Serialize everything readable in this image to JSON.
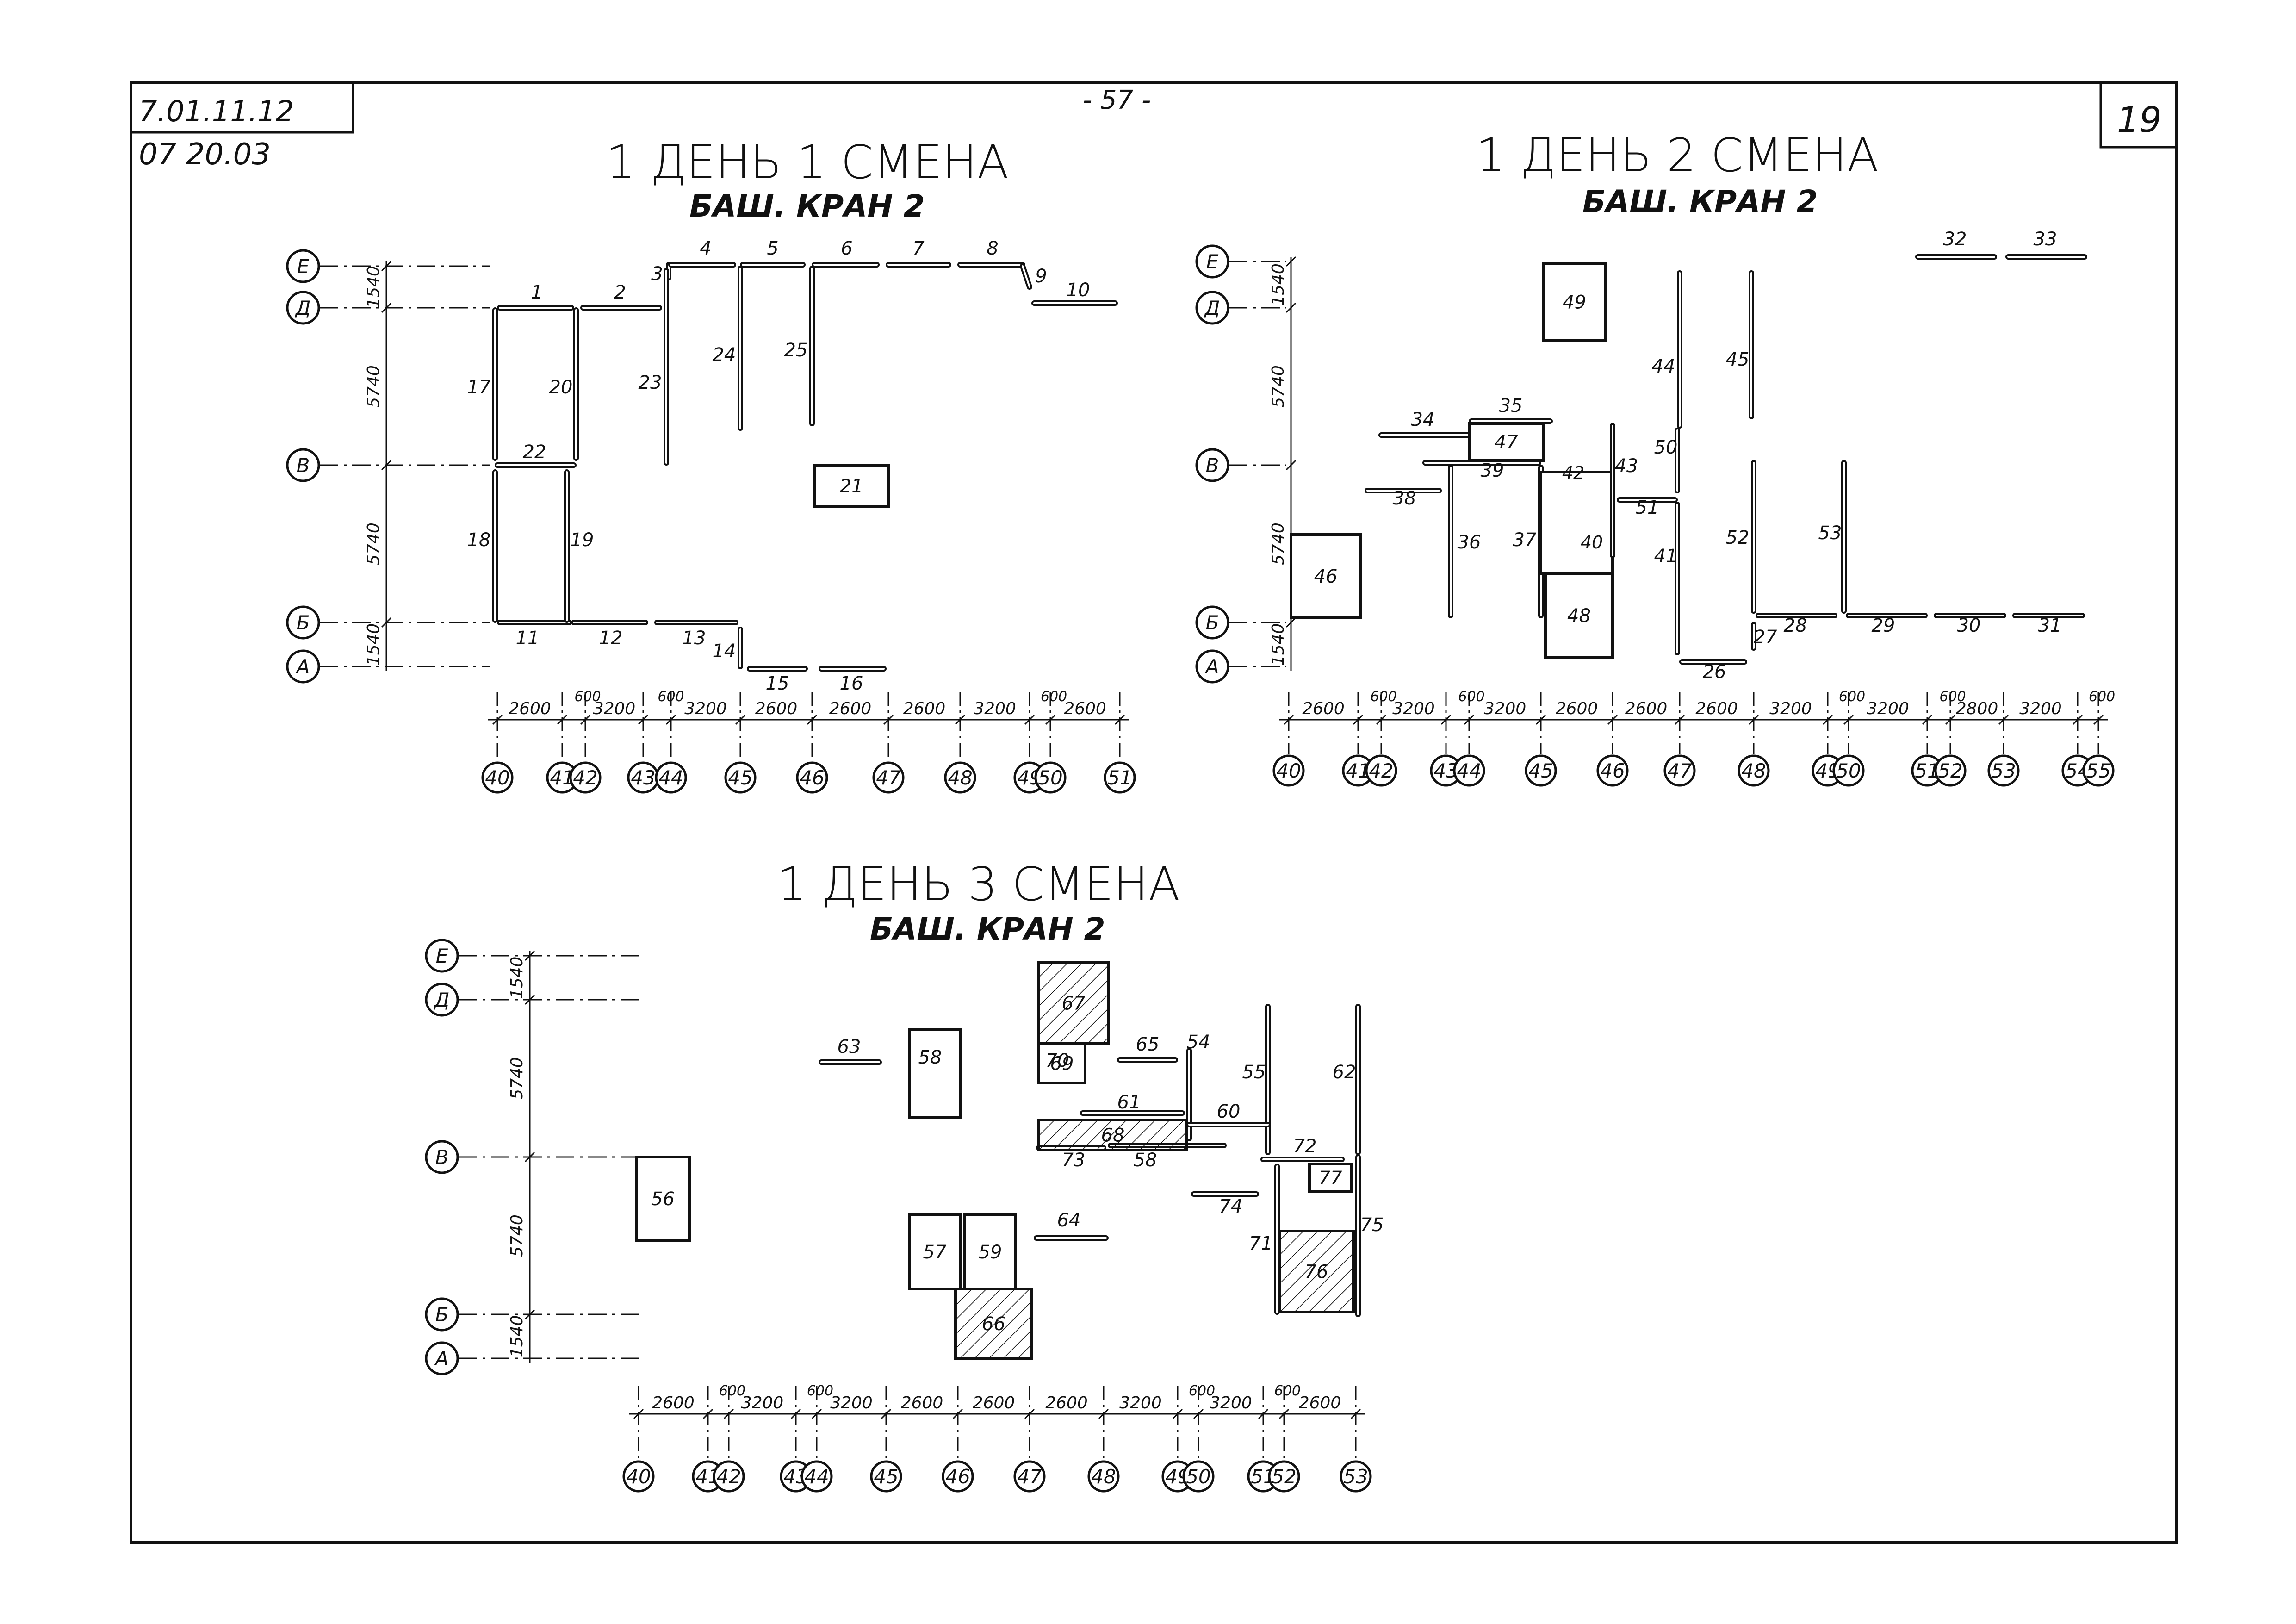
{
  "sheet": {
    "code": "7.01.11.12",
    "sub_code": "07 20.03",
    "page_number": "- 57 -",
    "sheet_number": "19"
  },
  "plans": [
    {
      "title": "1 ДЕНЬ 1 СМЕНА",
      "subtitle": "БАШ. КРАН 2",
      "rows": [
        {
          "label": "Е"
        },
        {
          "label": "Д"
        },
        {
          "label": "В"
        },
        {
          "label": "Б"
        },
        {
          "label": "А"
        }
      ],
      "row_dims": [
        "1540",
        "5740",
        "5740",
        "1540"
      ],
      "cols": [
        "40",
        "41",
        "42",
        "43",
        "44",
        "45",
        "46",
        "47",
        "48",
        "49",
        "50",
        "51"
      ],
      "col_dims": [
        "2600",
        "600",
        "3200",
        "600",
        "3200",
        "2600",
        "2600",
        "2600",
        "3200",
        "600",
        "2600"
      ],
      "panel_labels": [
        "1",
        "2",
        "3",
        "4",
        "5",
        "6",
        "7",
        "8",
        "9",
        "10",
        "11",
        "12",
        "13",
        "14",
        "15",
        "16",
        "17",
        "18",
        "19",
        "20",
        "22",
        "23",
        "24",
        "25"
      ],
      "block_labels": [
        "21"
      ]
    },
    {
      "title": "1 ДЕНЬ 2 СМЕНА",
      "subtitle": "БАШ. КРАН 2",
      "rows": [
        {
          "label": "Е"
        },
        {
          "label": "Д"
        },
        {
          "label": "В"
        },
        {
          "label": "Б"
        },
        {
          "label": "А"
        }
      ],
      "row_dims": [
        "1540",
        "5740",
        "5740",
        "1540"
      ],
      "cols": [
        "40",
        "41",
        "42",
        "43",
        "44",
        "45",
        "46",
        "47",
        "48",
        "49",
        "50",
        "51",
        "52",
        "53",
        "54",
        "55"
      ],
      "col_dims": [
        "2600",
        "600",
        "3200",
        "600",
        "3200",
        "2600",
        "2600",
        "2600",
        "3200",
        "600",
        "3200",
        "600",
        "2800",
        "3200",
        "600"
      ],
      "panel_labels": [
        "26",
        "27",
        "28",
        "29",
        "30",
        "31",
        "32",
        "33",
        "34",
        "35",
        "36",
        "37",
        "38",
        "39",
        "40",
        "41",
        "42",
        "43",
        "44",
        "45",
        "50",
        "51",
        "52",
        "53"
      ],
      "block_labels": [
        "47",
        "48",
        "49",
        "46"
      ]
    },
    {
      "title": "1 ДЕНЬ 3 СМЕНА",
      "subtitle": "БАШ. КРАН 2",
      "rows": [
        {
          "label": "Е"
        },
        {
          "label": "Д"
        },
        {
          "label": "В"
        },
        {
          "label": "Б"
        },
        {
          "label": "А"
        }
      ],
      "row_dims": [
        "1540",
        "5740",
        "5740",
        "1540"
      ],
      "cols": [
        "40",
        "41",
        "42",
        "43",
        "44",
        "45",
        "46",
        "47",
        "48",
        "49",
        "50",
        "51",
        "52",
        "53"
      ],
      "col_dims": [
        "2600",
        "600",
        "3200",
        "600",
        "3200",
        "2600",
        "2600",
        "2600",
        "3200",
        "600",
        "3200",
        "600",
        "2600"
      ],
      "panel_labels": [
        "54",
        "55",
        "58",
        "60",
        "61",
        "62",
        "63",
        "64",
        "65",
        "71",
        "72",
        "73",
        "74",
        "75",
        "77"
      ],
      "block_labels": [
        "56",
        "57",
        "59",
        "66",
        "67",
        "68",
        "69",
        "70",
        "76"
      ]
    }
  ],
  "colors": {
    "ink": "#111111",
    "paper": "#ffffff"
  }
}
